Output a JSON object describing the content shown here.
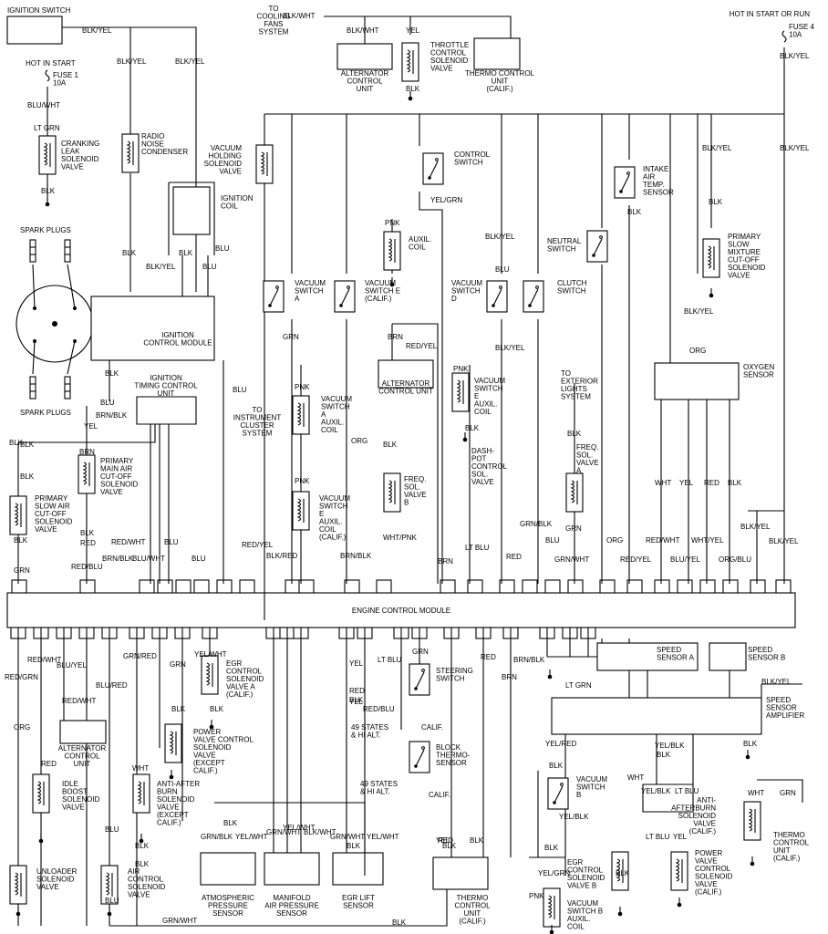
{
  "title": "ENGINE CONTROL MODULE",
  "power": {
    "ignition_switch": "IGNITION SWITCH",
    "hot_start_run": "HOT IN START OR RUN",
    "fuse4": [
      "FUSE 4",
      "10A"
    ],
    "hot_start": "HOT IN START",
    "fuse1": [
      "FUSE 1",
      "10A"
    ],
    "to_cooling": [
      "TO",
      "COOLING",
      "FANS",
      "SYSTEM"
    ]
  },
  "components": [
    {
      "id": "alt-ctrl-top",
      "lines": [
        "ALTERNATOR",
        "CONTROL",
        "UNIT"
      ]
    },
    {
      "id": "throttle-ctrl",
      "lines": [
        "THROTTLE",
        "CONTROL",
        "SOLENOID",
        "VALVE"
      ]
    },
    {
      "id": "thermo-top",
      "lines": [
        "THERMO CONTROL",
        "UNIT",
        "(CALIF.)"
      ]
    },
    {
      "id": "cranking-leak",
      "lines": [
        "CRANKING",
        "LEAK",
        "SOLENOID",
        "VALVE"
      ]
    },
    {
      "id": "radio-noise",
      "lines": [
        "RADIO",
        "NOISE",
        "CONDENSER"
      ]
    },
    {
      "id": "vac-holding",
      "lines": [
        "VACUUM",
        "HOLDING",
        "SOLENOID",
        "VALVE"
      ]
    },
    {
      "id": "ign-coil",
      "lines": [
        "IGNITION",
        "COIL"
      ]
    },
    {
      "id": "control-switch",
      "lines": [
        "CONTROL",
        "SWITCH"
      ]
    },
    {
      "id": "intake-air",
      "lines": [
        "INTAKE",
        "AIR",
        "TEMP.",
        "SENSOR"
      ]
    },
    {
      "id": "spark-top",
      "lines": [
        "SPARK PLUGS"
      ]
    },
    {
      "id": "auxil-coil",
      "lines": [
        "AUXIL.",
        "COIL"
      ]
    },
    {
      "id": "neutral-sw",
      "lines": [
        "NEUTRAL",
        "SWITCH"
      ]
    },
    {
      "id": "primary-slow-mix",
      "lines": [
        "PRIMARY",
        "SLOW",
        "MIXTURE",
        "CUT-OFF",
        "SOLENOID",
        "VALVE"
      ]
    },
    {
      "id": "vac-sw-a",
      "lines": [
        "VACUUM",
        "SWITCH",
        "A"
      ]
    },
    {
      "id": "vac-sw-e",
      "lines": [
        "VACUUM",
        "SWITCH E",
        "(CALIF.)"
      ]
    },
    {
      "id": "vac-sw-d",
      "lines": [
        "VACUUM",
        "SWITCH",
        "D"
      ]
    },
    {
      "id": "clutch-sw",
      "lines": [
        "CLUTCH",
        "SWITCH"
      ]
    },
    {
      "id": "ign-ctrl-mod",
      "lines": [
        "IGNITION",
        "CONTROL MODULE"
      ]
    },
    {
      "id": "alt-ctrl-mid",
      "lines": [
        "ALTERNATOR",
        "CONTROL UNIT"
      ]
    },
    {
      "id": "ext-lights",
      "lines": [
        "TO",
        "EXTERIOR",
        "LIGHTS",
        "SYSTEM"
      ]
    },
    {
      "id": "oxygen",
      "lines": [
        "OXYGEN",
        "SENSOR"
      ]
    },
    {
      "id": "spark-bot",
      "lines": [
        "SPARK PLUGS"
      ]
    },
    {
      "id": "ign-timing",
      "lines": [
        "IGNITION",
        "TIMING CONTROL",
        "UNIT"
      ]
    },
    {
      "id": "instrument",
      "lines": [
        "TO",
        "INSTRUMENT",
        "CLUSTER",
        "SYSTEM"
      ]
    },
    {
      "id": "vac-sw-a-aux",
      "lines": [
        "VACUUM",
        "SWITCH",
        "A",
        "AUXIL.",
        "COIL"
      ]
    },
    {
      "id": "vac-sw-e-aux2",
      "lines": [
        "VACUUM",
        "SWITCH",
        "E",
        "AUXIL.",
        "COIL"
      ]
    },
    {
      "id": "primary-main-air",
      "lines": [
        "PRIMARY",
        "MAIN AIR",
        "CUT-OFF",
        "SOLENOID",
        "VALVE"
      ]
    },
    {
      "id": "freq-sol-b",
      "lines": [
        "FREQ.",
        "SOL.",
        "VALVE",
        "B"
      ]
    },
    {
      "id": "dashpot",
      "lines": [
        "DASH-",
        "POT",
        "CONTROL",
        "SOL.",
        "VALVE"
      ]
    },
    {
      "id": "freq-sol-a",
      "lines": [
        "FREQ.",
        "SOL.",
        "VALVE",
        "A"
      ]
    },
    {
      "id": "primary-slow-air",
      "lines": [
        "PRIMARY",
        "SLOW AIR",
        "CUT-OFF",
        "SOLENOID",
        "VALVE"
      ]
    },
    {
      "id": "vac-sw-e-aux",
      "lines": [
        "VACUUM",
        "SWITCH",
        "E",
        "AUXIL.",
        "COIL",
        "(CALIF.)"
      ]
    },
    {
      "id": "egr-ctrl-a",
      "lines": [
        "EGR",
        "CONTROL",
        "SOLENOID",
        "VALVE A",
        "(CALIF.)"
      ]
    },
    {
      "id": "steering-sw",
      "lines": [
        "STEERING",
        "SWITCH"
      ]
    },
    {
      "id": "speed-a",
      "lines": [
        "SPEED",
        "SENSOR A"
      ]
    },
    {
      "id": "speed-b",
      "lines": [
        "SPEED",
        "SENSOR B"
      ]
    },
    {
      "id": "speed-amp",
      "lines": [
        "SPEED",
        "SENSOR",
        "AMPLIFIER"
      ]
    },
    {
      "id": "alt-ctrl-bot",
      "lines": [
        "ALTERNATOR",
        "CONTROL",
        "UNIT"
      ]
    },
    {
      "id": "power-valve-l",
      "lines": [
        "POWER",
        "VALVE CONTROL",
        "SOLENOID",
        "VALVE",
        "(EXCEPT",
        "CALIF.)"
      ]
    },
    {
      "id": "states-top",
      "lines": [
        "49 STATES",
        "& HI ALT."
      ]
    },
    {
      "id": "calif-top",
      "lines": [
        "CALIF."
      ]
    },
    {
      "id": "block-thermo",
      "lines": [
        "BLOCK",
        "THERMO-",
        "SENSOR"
      ]
    },
    {
      "id": "idle-boost",
      "lines": [
        "IDLE",
        "BOOST",
        "SOLENOID",
        "VALVE"
      ]
    },
    {
      "id": "anti-after-l",
      "lines": [
        "ANTI-AFTER",
        "BURN",
        "SOLENOID",
        "VALVE",
        "(EXCEPT",
        "CALIF.)"
      ]
    },
    {
      "id": "states-bot",
      "lines": [
        "49 STATES",
        "& HI ALT."
      ]
    },
    {
      "id": "calif-bot",
      "lines": [
        "CALIF."
      ]
    },
    {
      "id": "vac-sw-b",
      "lines": [
        "VACUUM",
        "SWITCH",
        "B"
      ]
    },
    {
      "id": "anti-after-r",
      "lines": [
        "ANTI-",
        "AFTERBURN",
        "SOLENOID",
        "VALVE",
        "(CALIF.)"
      ]
    },
    {
      "id": "thermo-r",
      "lines": [
        "THERMO",
        "CONTROL",
        "UNIT",
        "(CALIF.)"
      ]
    },
    {
      "id": "unloader",
      "lines": [
        "UNLOADER",
        "SOLENOID",
        "VALVE"
      ]
    },
    {
      "id": "air-ctrl",
      "lines": [
        "AIR",
        "CONTROL",
        "SOLENOID",
        "VALVE"
      ]
    },
    {
      "id": "atmos",
      "lines": [
        "ATMOSPHERIC",
        "PRESSURE",
        "SENSOR"
      ]
    },
    {
      "id": "manifold",
      "lines": [
        "MANIFOLD",
        "AIR PRESSURE",
        "SENSOR"
      ]
    },
    {
      "id": "egr-lift",
      "lines": [
        "EGR LIFT",
        "SENSOR"
      ]
    },
    {
      "id": "thermo-bot",
      "lines": [
        "THERMO",
        "CONTROL",
        "UNIT",
        "(CALIF.)"
      ]
    },
    {
      "id": "egr-ctrl-b",
      "lines": [
        "EGR",
        "CONTROL",
        "SOLENOID",
        "VALVE B"
      ]
    },
    {
      "id": "power-valve-r",
      "lines": [
        "POWER",
        "VALVE",
        "CONTROL",
        "SOLENOID",
        "VALVE",
        "(CALIF.)"
      ]
    },
    {
      "id": "vac-sw-b-aux",
      "lines": [
        "VACUUM",
        "SWITCH B",
        "AUXIL.",
        "COIL"
      ]
    }
  ],
  "wire_labels": [
    "BLK/YEL",
    "BLK/WHT",
    "BLK/WHT",
    "YEL",
    "BLK",
    "BLK/YEL",
    "BLK/YEL",
    "BLK/YEL",
    "BLU/WHT",
    "LT GRN",
    "BLK",
    "BLK",
    "BLK",
    "BLU",
    "BLK/YEL",
    "BLU",
    "YEL/GRN",
    "BLK",
    "BLK/YEL",
    "PNK",
    "BLU",
    "BLK",
    "BLK/YEL",
    "BLK/YEL",
    "GRN",
    "BRN",
    "RED/YEL",
    "BLK/YEL",
    "ORG",
    "BLU",
    "BLK",
    "BLU",
    "PNK",
    "BLK/YEL",
    "PNK",
    "ORG",
    "BLK",
    "PNK",
    "BLK",
    "BRN/BLK",
    "YEL",
    "WHT",
    "YEL",
    "RED",
    "BLK",
    "BLK",
    "BRN",
    "BLK",
    "BLK",
    "BLK",
    "RED",
    "BLK",
    "BLK/YEL",
    "BLK/YEL",
    "BLK",
    "GRN/BLK",
    "GRN",
    "BRN",
    "RED",
    "LT BLU",
    "WHT/PNK",
    "RED/BLU",
    "BRN/BLK",
    "BLK/RED",
    "RED/YEL",
    "BLU",
    "BLU",
    "BLU/WHT",
    "RED/WHT",
    "BRN/BLK",
    "GRN/WHT",
    "RED/YEL",
    "BLU/YEL",
    "WHT/YEL",
    "ORG/BLU",
    "ORG",
    "RED/WHT",
    "BLU",
    "GRN",
    "RED/WHT",
    "BLU/YEL",
    "RED/GRN",
    "RED/WHT",
    "BLU/RED",
    "GRN/RED",
    "YEL/WHT",
    "GRN",
    "LT BLU",
    "GRN",
    "YEL",
    "RED",
    "BRN",
    "BRN/BLK",
    "RED",
    "BLK",
    "YEL",
    "BLK",
    "RED/BLU",
    "LT GRN",
    "BLK/YEL",
    "BLK",
    "ORG",
    "RED",
    "WHT",
    "BLK",
    "BLU",
    "BLU",
    "BLK",
    "BLK",
    "YEL/RED",
    "YEL/BLK",
    "BLK",
    "BLK",
    "WHT",
    "YEL/BLK",
    "YEL/BLK",
    "LT BLU",
    "YEL",
    "WHT",
    "GRN",
    "LT BLU",
    "YEL",
    "BLK",
    "BLK",
    "BLK",
    "GRN/BLK",
    "YEL/WHT",
    "GRN/WHT",
    "YEL/WHT",
    "BLK/WHT",
    "GRN/WHT",
    "YEL/WHT",
    "GRN/WHT",
    "BLK",
    "RED",
    "BLK",
    "YEL/GRN",
    "PNK",
    "BLK",
    "BLK",
    "RED/WHT"
  ]
}
